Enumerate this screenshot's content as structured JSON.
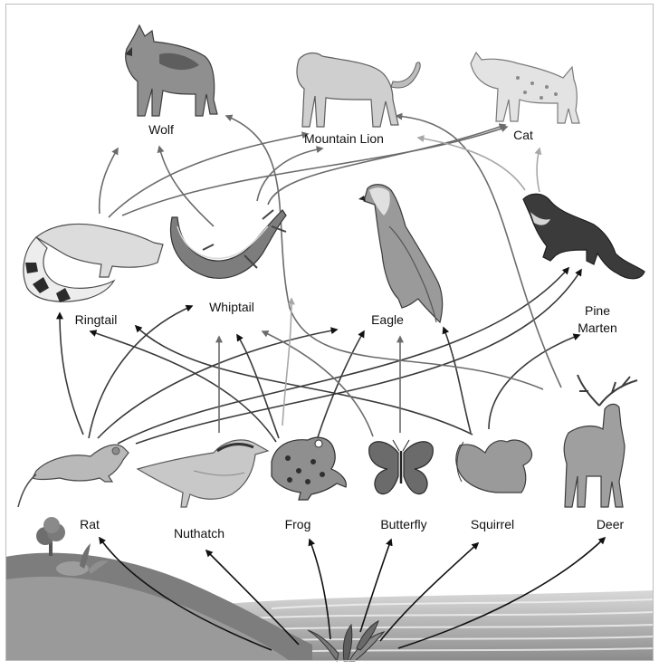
{
  "organisms": {
    "wolf": "Wolf",
    "mountain_lion": "Mountain Lion",
    "cat": "Cat",
    "ringtail": "Ringtail",
    "whiptail": "Whiptail",
    "eagle": "Eagle",
    "pine_marten_line1": "Pine",
    "pine_marten_line2": "Marten",
    "rat": "Rat",
    "nuthatch": "Nuthatch",
    "frog": "Frog",
    "butterfly": "Butterfly",
    "squirrel": "Squirrel",
    "deer": "Deer"
  },
  "producer_icon": "plant-icon",
  "links": [
    {
      "from": "Plant",
      "to": "Rat"
    },
    {
      "from": "Plant",
      "to": "Nuthatch"
    },
    {
      "from": "Plant",
      "to": "Frog"
    },
    {
      "from": "Plant",
      "to": "Butterfly"
    },
    {
      "from": "Plant",
      "to": "Squirrel"
    },
    {
      "from": "Plant",
      "to": "Deer"
    },
    {
      "from": "Rat",
      "to": "Ringtail"
    },
    {
      "from": "Rat",
      "to": "Whiptail"
    },
    {
      "from": "Rat",
      "to": "Eagle"
    },
    {
      "from": "Rat",
      "to": "Pine Marten"
    },
    {
      "from": "Nuthatch",
      "to": "Ringtail"
    },
    {
      "from": "Nuthatch",
      "to": "Whiptail"
    },
    {
      "from": "Nuthatch",
      "to": "Pine Marten"
    },
    {
      "from": "Frog",
      "to": "Whiptail"
    },
    {
      "from": "Frog",
      "to": "Eagle"
    },
    {
      "from": "Butterfly",
      "to": "Whiptail"
    },
    {
      "from": "Butterfly",
      "to": "Eagle"
    },
    {
      "from": "Squirrel",
      "to": "Ringtail"
    },
    {
      "from": "Squirrel",
      "to": "Eagle"
    },
    {
      "from": "Squirrel",
      "to": "Pine Marten"
    },
    {
      "from": "Deer",
      "to": "Mountain Lion"
    },
    {
      "from": "Deer",
      "to": "Wolf"
    },
    {
      "from": "Ringtail",
      "to": "Wolf"
    },
    {
      "from": "Ringtail",
      "to": "Mountain Lion"
    },
    {
      "from": "Ringtail",
      "to": "Cat"
    },
    {
      "from": "Whiptail",
      "to": "Wolf"
    },
    {
      "from": "Whiptail",
      "to": "Mountain Lion"
    },
    {
      "from": "Whiptail",
      "to": "Cat"
    },
    {
      "from": "Pine Marten",
      "to": "Mountain Lion"
    },
    {
      "from": "Pine Marten",
      "to": "Cat"
    },
    {
      "from": "Eagle",
      "to": "Wolf"
    }
  ]
}
